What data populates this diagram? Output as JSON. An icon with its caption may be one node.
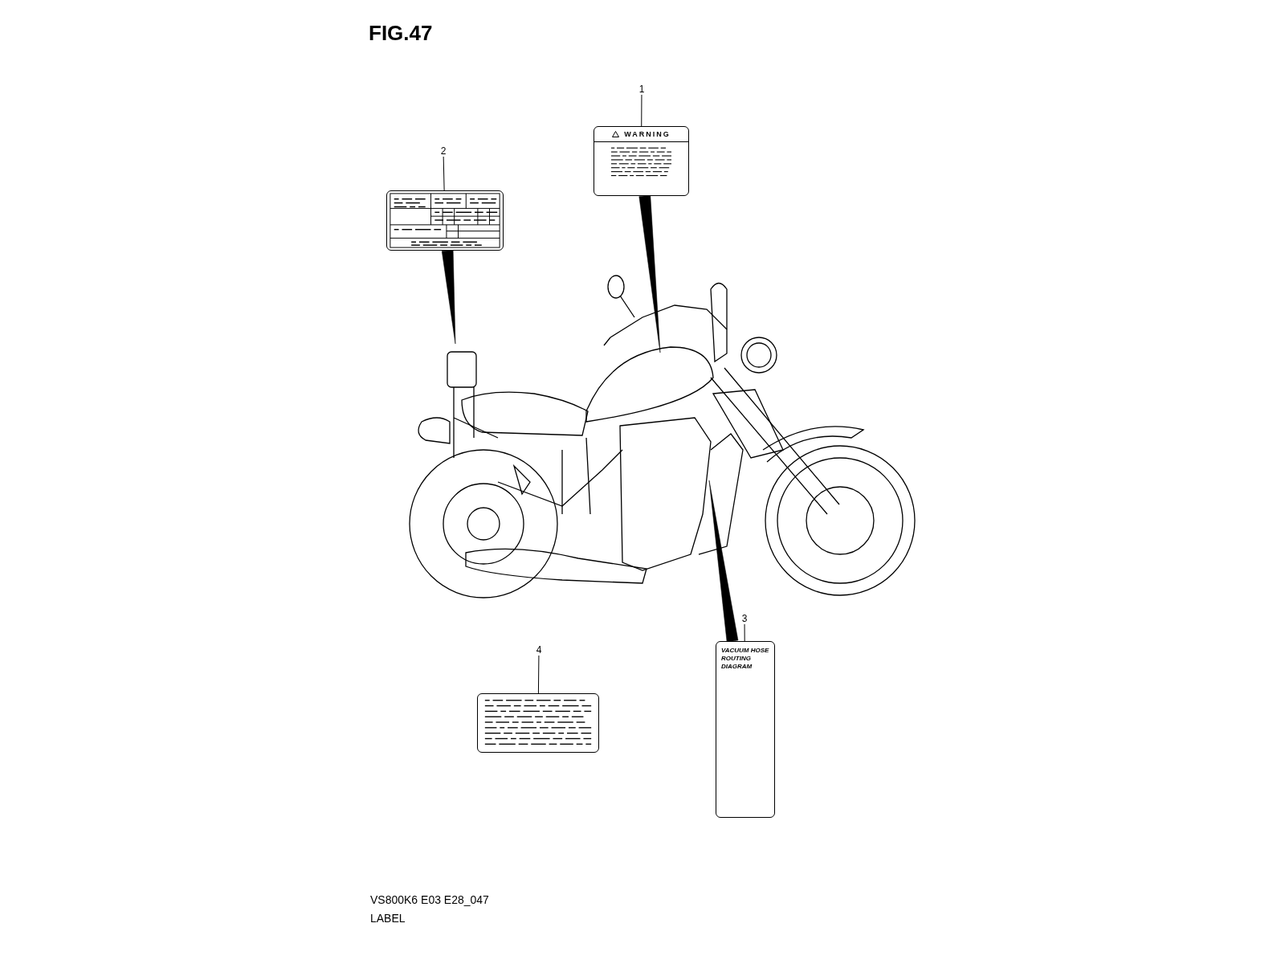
{
  "diagram": {
    "title": "FIG.47",
    "nodes": [
      {
        "text": [
          "1"
        ]
      },
      {
        "text": [
          "WARNING"
        ]
      },
      {
        "text": [
          "2"
        ]
      },
      {
        "text": [],
        "shape": "picture"
      },
      {
        "text": [
          "3"
        ]
      },
      {
        "text": [
          "VACUUM HOSE ROUTING DIAGRAM"
        ]
      },
      {
        "text": [
          "4"
        ]
      },
      {
        "text": [],
        "shape": "picture"
      },
      {
        "text": [],
        "shape": "picture"
      }
    ],
    "edges": [
      {
        "from": 0,
        "to": 1,
        "arrow": "none"
      },
      {
        "from": 1,
        "to": 8,
        "arrow": "to",
        "style": "thick"
      },
      {
        "from": 2,
        "to": 3,
        "arrow": "none"
      },
      {
        "from": 3,
        "to": 8,
        "arrow": "to",
        "style": "thick"
      },
      {
        "from": 4,
        "to": 5,
        "arrow": "none"
      },
      {
        "from": 5,
        "to": 8,
        "arrow": "to",
        "style": "thick"
      },
      {
        "from": 6,
        "to": 7,
        "arrow": "none"
      }
    ],
    "labels": [
      "VS800K6 E03 E28_047",
      "LABEL"
    ]
  }
}
